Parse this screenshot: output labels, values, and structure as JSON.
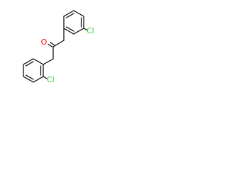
{
  "molecule": {
    "atoms": {
      "oxygen": "O",
      "chlorine_top": "Cl",
      "chlorine_bottom": "Cl"
    },
    "colors": {
      "bond": "#000000",
      "oxygen": "#ff0000",
      "chlorine": "#33cc33"
    }
  }
}
